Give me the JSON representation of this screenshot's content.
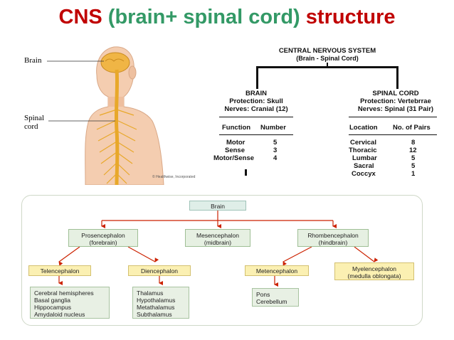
{
  "title": {
    "part1": "CNS",
    "part2": "(brain+ spinal cord)",
    "part3": "structure"
  },
  "colors": {
    "title_red": "#c00000",
    "title_green": "#339966",
    "arrow_red": "#cc2200",
    "node_green": "#e6f0e2",
    "node_yellow": "#fbf0b2"
  },
  "body_figure": {
    "brain_label": "Brain",
    "spinal_label_line1": "Spinal",
    "spinal_label_line2": "cord",
    "credit": "© Healthwise, Incorporated"
  },
  "cns_chart": {
    "root_line1": "CENTRAL NERVOUS SYSTEM",
    "root_line2": "(Brain - Spinal Cord)",
    "brain": {
      "title": "BRAIN",
      "protection": "Protection: Skull",
      "nerves": "Nerves: Cranial (12)",
      "col1": "Function",
      "col2": "Number",
      "rows": [
        {
          "name": "Motor",
          "value": "5"
        },
        {
          "name": "Sense",
          "value": "3"
        },
        {
          "name": "Motor/Sense",
          "value": "4"
        }
      ]
    },
    "spinal": {
      "title": "SPINAL CORD",
      "protection": "Protection: Vertebrrae",
      "nerves": "Nerves: Spinal (31 Pair)",
      "col1": "Location",
      "col2": "No. of Pairs",
      "rows": [
        {
          "name": "Cervical",
          "value": "8"
        },
        {
          "name": "Thoracic",
          "value": "12"
        },
        {
          "name": "Lumbar",
          "value": "5"
        },
        {
          "name": "Sacral",
          "value": "5"
        },
        {
          "name": "Coccyx",
          "value": "1"
        }
      ]
    }
  },
  "brain_tree": {
    "root": "Brain",
    "prosencephalon": {
      "line1": "Prosencephalon",
      "line2": "(forebrain)"
    },
    "mesencephalon": {
      "line1": "Mesencephalon",
      "line2": "(midbrain)"
    },
    "rhombencephalon": {
      "line1": "Rhombencephalon",
      "line2": "(hindbrain)"
    },
    "telencephalon": "Telencephalon",
    "diencephalon": "Diencephalon",
    "metencephalon": "Metencephalon",
    "myelencephalon": {
      "line1": "Myelencephalon",
      "line2": "(medulla oblongata)"
    },
    "telencephalon_parts": [
      "Cerebral hemispheres",
      "Basal ganglia",
      "Hippocampus",
      "Amydaloid nucleus"
    ],
    "diencephalon_parts": [
      "Thalamus",
      "Hypothalamus",
      "Metathalamus",
      "Subthalamus"
    ],
    "metencephalon_parts": [
      "Pons",
      "Cerebellum"
    ]
  }
}
